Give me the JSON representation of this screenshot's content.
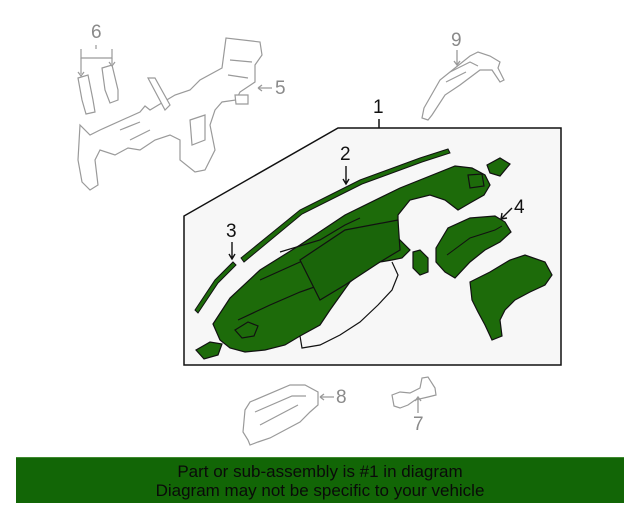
{
  "diagram": {
    "title": "Instrument panel parts diagram",
    "accent_color": "#126606",
    "highlight_fill": "#1d6b0a",
    "ghost_stroke": "#9a9a9a",
    "callouts": [
      {
        "number": "1",
        "part": "instrument-panel-assembly",
        "highlighted": true
      },
      {
        "number": "2",
        "part": "defroster-strip",
        "highlighted": true
      },
      {
        "number": "3",
        "part": "side-trim-strip",
        "highlighted": true
      },
      {
        "number": "4",
        "part": "cluster-hood",
        "highlighted": true
      },
      {
        "number": "5",
        "part": "reinforcement-beam",
        "highlighted": false
      },
      {
        "number": "6",
        "part": "brackets",
        "highlighted": false
      },
      {
        "number": "7",
        "part": "bracket",
        "highlighted": false
      },
      {
        "number": "8",
        "part": "support-bracket",
        "highlighted": false
      },
      {
        "number": "9",
        "part": "side-bracket",
        "highlighted": false
      }
    ]
  },
  "banner": {
    "line1": "Part or sub-assembly is #1 in diagram",
    "line2": "Diagram may not be specific to your vehicle",
    "background": "#126606"
  }
}
